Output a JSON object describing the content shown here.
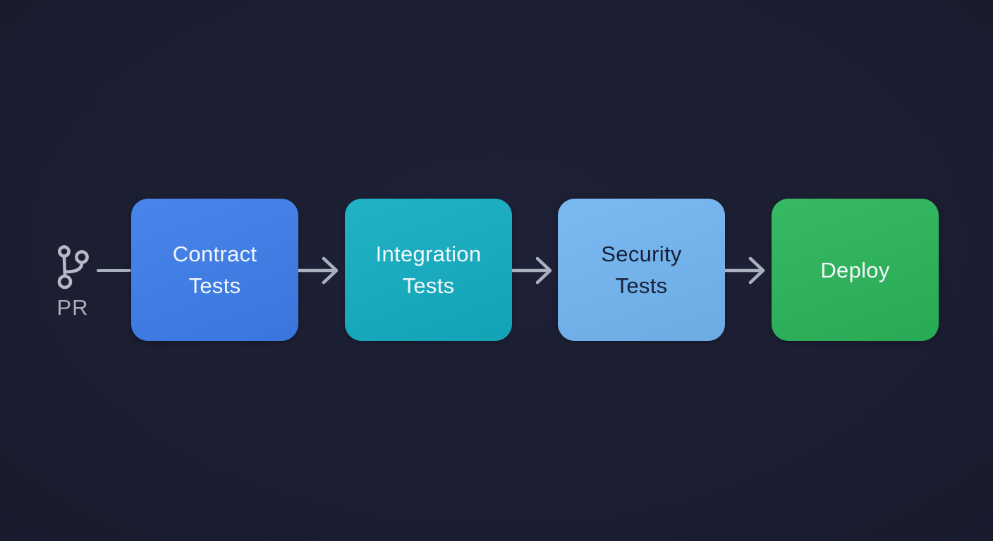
{
  "diagram": {
    "background": "#1c1e32",
    "source": {
      "icon": "git-branch-icon",
      "label": "PR",
      "color": "#b6bac6"
    },
    "nodes": [
      {
        "id": "contract-tests",
        "lines": [
          "Contract",
          "Tests"
        ],
        "fill": "#3d7de9",
        "text_color": "#f3f7fb"
      },
      {
        "id": "integration-tests",
        "lines": [
          "Integration",
          "Tests"
        ],
        "fill": "#14adc1",
        "text_color": "#f3f7fb"
      },
      {
        "id": "security-tests",
        "lines": [
          "Security",
          "Tests"
        ],
        "fill": "#73b5f1",
        "text_color": "#18203a"
      },
      {
        "id": "deploy",
        "lines": [
          "Deploy",
          ""
        ],
        "fill": "#2bb45a",
        "text_color": "#f3f7fb"
      }
    ],
    "connector": {
      "color": "#aab0bd",
      "style": "arrow-right"
    }
  }
}
